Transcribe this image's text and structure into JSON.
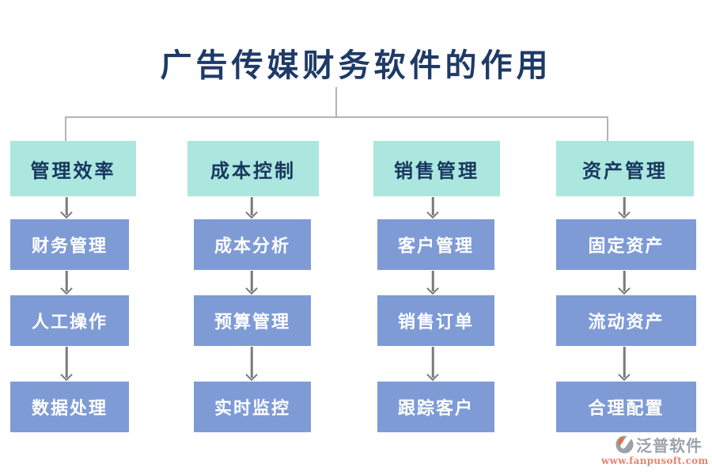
{
  "title": "广告传媒财务软件的作用",
  "columns": [
    {
      "header": "管理效率",
      "items": [
        "财务管理",
        "人工操作",
        "数据处理"
      ]
    },
    {
      "header": "成本控制",
      "items": [
        "成本分析",
        "预算管理",
        "实时监控"
      ]
    },
    {
      "header": "销售管理",
      "items": [
        "客户管理",
        "销售订单",
        "跟踪客户"
      ]
    },
    {
      "header": "资产管理",
      "items": [
        "固定资产",
        "流动资产",
        "合理配置"
      ]
    }
  ],
  "logo": {
    "brand": "泛普软件",
    "url": "www.fanpusoft.com"
  },
  "colors": {
    "title_text": "#1e3a67",
    "header_bg": "#abe6df",
    "header_text": "#17375e",
    "item_bg": "#7f9bd6",
    "item_text": "#ffffff",
    "connector_line": "#b3b3b3",
    "arrow": "#7a7a7a",
    "logo_text": "#9aa3ac",
    "logo_url": "#e8836b",
    "logo_icon_gray": "#98a1ac",
    "logo_icon_orange": "#e0703f"
  }
}
